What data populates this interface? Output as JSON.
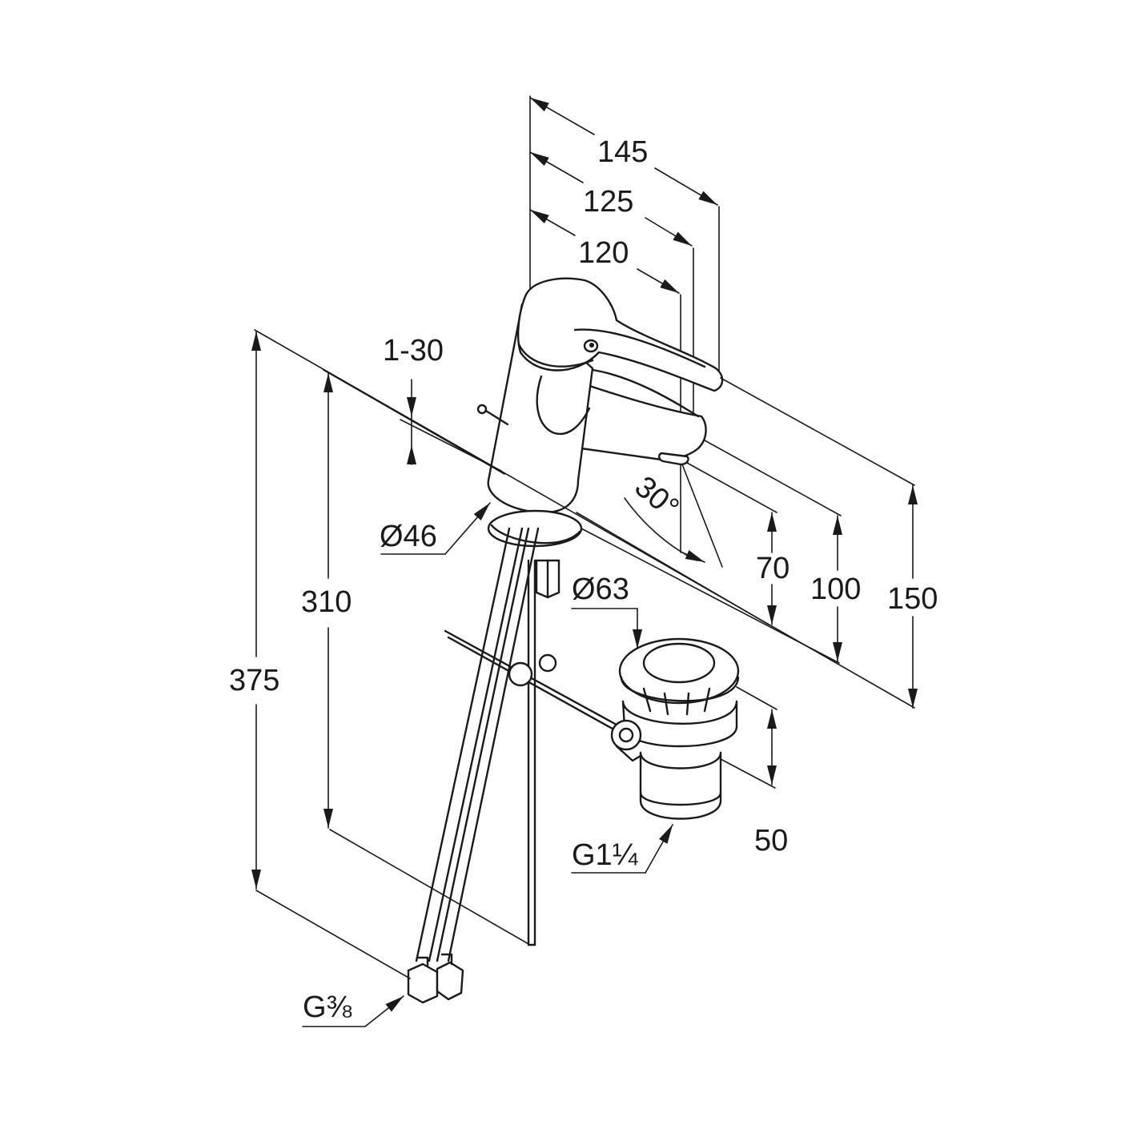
{
  "dimensions": {
    "d145": "145",
    "d125": "125",
    "d120": "120",
    "d1_30": "1-30",
    "d46": "Ø46",
    "d30deg": "30°",
    "d70": "70",
    "d100": "100",
    "d150": "150",
    "d310": "310",
    "d375": "375",
    "d63": "Ø63",
    "d50": "50",
    "g114": "G1¼",
    "g38": "G⅜"
  }
}
